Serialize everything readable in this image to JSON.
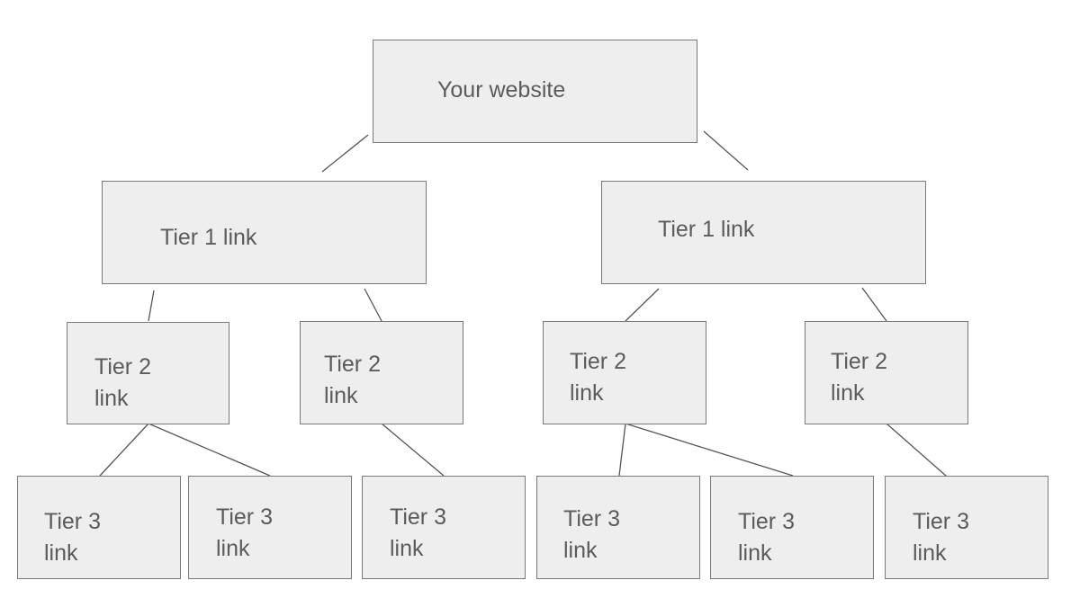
{
  "diagram": {
    "colors": {
      "box_fill": "#eeeeee",
      "box_border": "#7a7a7a",
      "text": "#5b5b5b",
      "line": "#555555"
    },
    "root": {
      "label": "Your website"
    },
    "tier1": [
      {
        "label": "Tier 1 link"
      },
      {
        "label": "Tier 1 link"
      }
    ],
    "tier2": [
      {
        "label": "Tier 2\nlink"
      },
      {
        "label": "Tier 2\nlink"
      },
      {
        "label": "Tier 2\nlink"
      },
      {
        "label": "Tier 2\nlink"
      }
    ],
    "tier3": [
      {
        "label": "Tier 3\nlink"
      },
      {
        "label": "Tier 3\nlink"
      },
      {
        "label": "Tier 3\nlink"
      },
      {
        "label": "Tier 3\nlink"
      },
      {
        "label": "Tier 3\nlink"
      },
      {
        "label": "Tier 3\nlink"
      }
    ],
    "connections": [
      {
        "from": "root",
        "to": "tier1-0"
      },
      {
        "from": "root",
        "to": "tier1-1"
      },
      {
        "from": "tier1-0",
        "to": "tier2-0"
      },
      {
        "from": "tier1-0",
        "to": "tier2-1"
      },
      {
        "from": "tier1-1",
        "to": "tier2-2"
      },
      {
        "from": "tier1-1",
        "to": "tier2-3"
      },
      {
        "from": "tier2-0",
        "to": "tier3-0"
      },
      {
        "from": "tier2-0",
        "to": "tier3-1"
      },
      {
        "from": "tier2-1",
        "to": "tier3-2"
      },
      {
        "from": "tier2-2",
        "to": "tier3-3"
      },
      {
        "from": "tier2-2",
        "to": "tier3-4"
      },
      {
        "from": "tier2-3",
        "to": "tier3-5"
      }
    ]
  }
}
